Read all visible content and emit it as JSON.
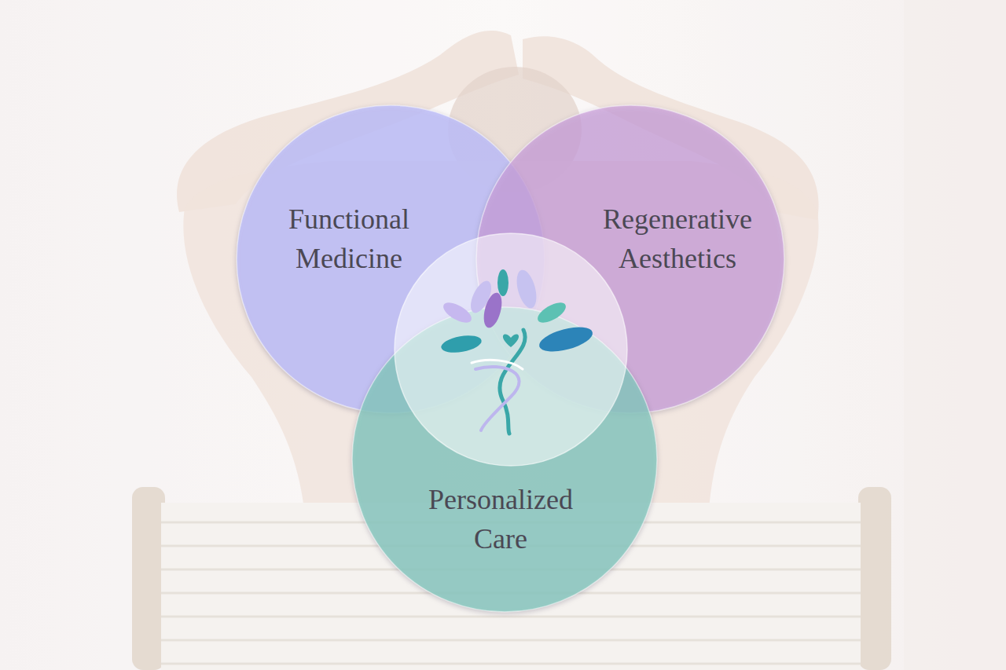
{
  "diagram": {
    "nodes": [
      {
        "text": [
          "Functional Medicine"
        ]
      },
      {
        "text": [
          "Regenerative Aesthetics"
        ]
      },
      {
        "text": [
          "Personalized Care"
        ]
      }
    ]
  }
}
